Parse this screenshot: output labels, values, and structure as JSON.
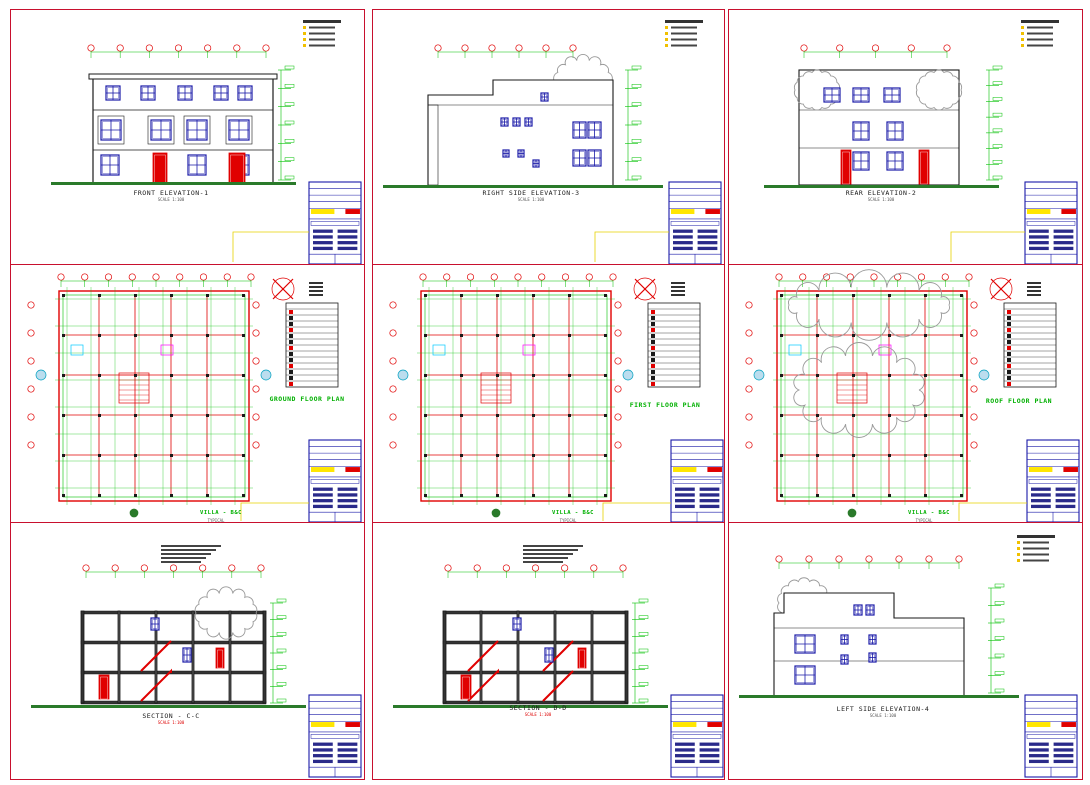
{
  "colors": {
    "frame": "#c8102e",
    "wall": "#1a1a1a",
    "window": "#1a1aa8",
    "door": "#e00000",
    "dimension": "#00c000",
    "axis": "#e00000",
    "titleblock": "#1a1aa8",
    "ground": "#2a7a2a",
    "cloud": "#9a9a9a"
  },
  "sheets": [
    {
      "id": "front-elevation",
      "title": "FRONT ELEVATION-1",
      "scale": "SCALE 1:100",
      "kind": "elevation"
    },
    {
      "id": "right-elevation",
      "title": "RIGHT SIDE ELEVATION-3",
      "scale": "SCALE 1:100",
      "kind": "elevation"
    },
    {
      "id": "rear-elevation",
      "title": "REAR ELEVATION-2",
      "scale": "SCALE 1:100",
      "kind": "elevation"
    },
    {
      "id": "ground-floor-plan",
      "title": "GROUND FLOOR PLAN",
      "subtitle": "VILLA - B&C",
      "scale": "TYPICAL",
      "kind": "plan"
    },
    {
      "id": "first-floor-plan",
      "title": "FIRST FLOOR PLAN",
      "subtitle": "VILLA - B&C",
      "scale": "TYPICAL",
      "kind": "plan"
    },
    {
      "id": "roof-floor-plan",
      "title": "ROOF FLOOR PLAN",
      "subtitle": "VILLA - B&C",
      "scale": "TYPICAL",
      "kind": "plan"
    },
    {
      "id": "section-cc",
      "title": "SECTION - C-C",
      "scale": "SCALE 1:100",
      "kind": "section"
    },
    {
      "id": "section-dd",
      "title": "SECTION - D-D",
      "scale": "SCALE 1:100",
      "kind": "section"
    },
    {
      "id": "left-elevation",
      "title": "LEFT SIDE ELEVATION-4",
      "scale": "SCALE 1:100",
      "kind": "elevation"
    }
  ]
}
